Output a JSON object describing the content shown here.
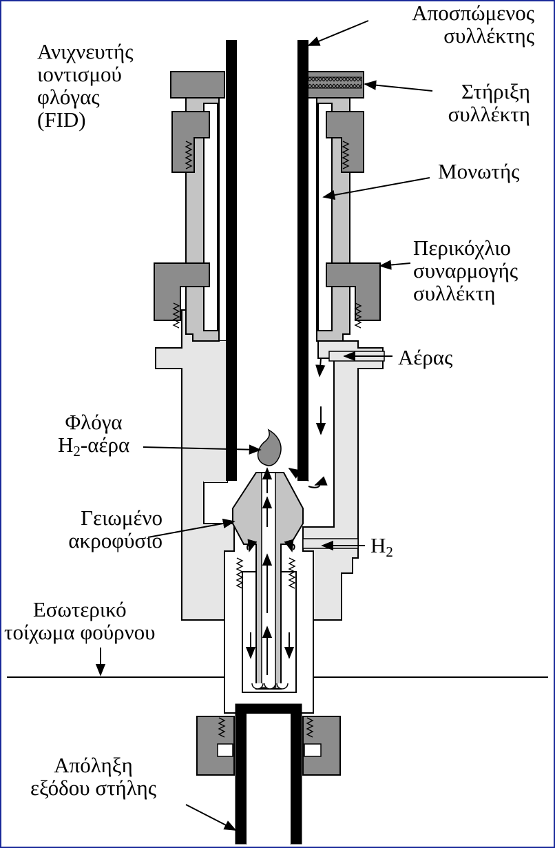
{
  "labels": {
    "fid": [
      "Ανιχνευτής",
      "ιοντισμού",
      "φλόγας",
      "(FID)"
    ],
    "collector": [
      "Αποσπώμενος",
      "συλλέκτης"
    ],
    "support": [
      "Στήριξη",
      "συλλέκτη"
    ],
    "insulator": "Μονωτής",
    "nut": [
      "Περικόχλιο",
      "συναρμογής",
      "συλλέκτη"
    ],
    "air": "Αέρας",
    "flame": {
      "line1": "Φλόγα",
      "h": "H",
      "sub": "2",
      "rest": "-αέρα"
    },
    "jet": [
      "Γειωμένο",
      "ακροφύσιο"
    ],
    "h2": {
      "h": "H",
      "sub": "2"
    },
    "oven": [
      "Εσωτερικό",
      "τοίχωμα φούρνου"
    ],
    "column": [
      "Απόληξη",
      "εξόδου στήλης"
    ]
  },
  "colors": {
    "dark_gray": "#8c8c8c",
    "mid_gray": "#c4c4c4",
    "light_gray": "#e6e6e6",
    "black": "#000000",
    "frame": "#1a2a9a"
  }
}
